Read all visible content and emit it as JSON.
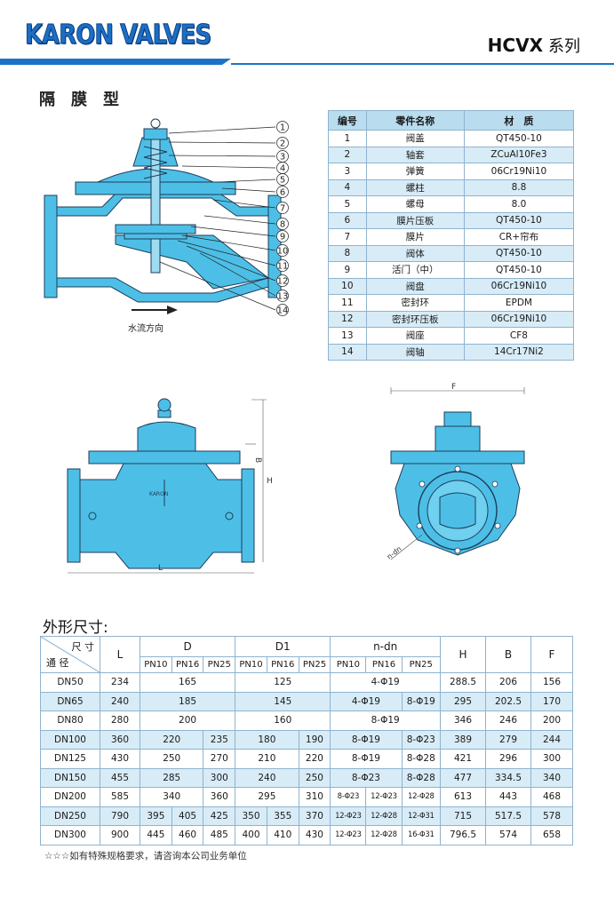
{
  "header": {
    "brand": "KARON VALVES",
    "series": "HCVX",
    "series_suffix": "系列"
  },
  "section_title": "隔膜型",
  "diagram": {
    "callouts": [
      "1",
      "2",
      "3",
      "4",
      "5",
      "6",
      "7",
      "8",
      "9",
      "10",
      "11",
      "12",
      "13",
      "14"
    ],
    "flow_label": "水流方向",
    "body_mark": "KARON",
    "dim_labels": {
      "height": "H",
      "b": "B",
      "length": "L",
      "f": "F",
      "holes": "n-dn"
    }
  },
  "parts_table": {
    "headers": [
      "编号",
      "零件名称",
      "材　质"
    ],
    "rows": [
      [
        "1",
        "阀盖",
        "QT450-10"
      ],
      [
        "2",
        "轴套",
        "ZCuAl10Fe3"
      ],
      [
        "3",
        "弹簧",
        "06Cr19Ni10"
      ],
      [
        "4",
        "螺柱",
        "8.8"
      ],
      [
        "5",
        "螺母",
        "8.0"
      ],
      [
        "6",
        "膜片压板",
        "QT450-10"
      ],
      [
        "7",
        "膜片",
        "CR+帘布"
      ],
      [
        "8",
        "阀体",
        "QT450-10"
      ],
      [
        "9",
        "活门（中）",
        "QT450-10"
      ],
      [
        "10",
        "阀盘",
        "06Cr19Ni10"
      ],
      [
        "11",
        "密封环",
        "EPDM"
      ],
      [
        "12",
        "密封环压板",
        "06Cr19Ni10"
      ],
      [
        "13",
        "阀座",
        "CF8"
      ],
      [
        "14",
        "阀轴",
        "14Cr17Ni2"
      ]
    ]
  },
  "dims_title": "外形尺寸:",
  "dims_table": {
    "corner_top": "尺 寸",
    "corner_bottom": "通 径",
    "col_L": "L",
    "col_D": "D",
    "col_D1": "D1",
    "col_ndn": "n-dn",
    "col_H": "H",
    "col_B": "B",
    "col_F": "F",
    "pn": [
      "PN10",
      "PN16",
      "PN25"
    ],
    "rows": [
      {
        "dn": "DN50",
        "L": "234",
        "D": [
          "165"
        ],
        "D1": [
          "125"
        ],
        "ndn": [
          "4-Φ19"
        ],
        "H": "288.5",
        "B": "206",
        "F": "156"
      },
      {
        "dn": "DN65",
        "L": "240",
        "D": [
          "185"
        ],
        "D1": [
          "145"
        ],
        "ndn": [
          "4-Φ19",
          "8-Φ19"
        ],
        "H": "295",
        "B": "202.5",
        "F": "170"
      },
      {
        "dn": "DN80",
        "L": "280",
        "D": [
          "200"
        ],
        "D1": [
          "160"
        ],
        "ndn": [
          "8-Φ19"
        ],
        "H": "346",
        "B": "246",
        "F": "200"
      },
      {
        "dn": "DN100",
        "L": "360",
        "D": [
          "220",
          "235"
        ],
        "D1": [
          "180",
          "190"
        ],
        "ndn": [
          "8-Φ19",
          "8-Φ23"
        ],
        "H": "389",
        "B": "279",
        "F": "244"
      },
      {
        "dn": "DN125",
        "L": "430",
        "D": [
          "250",
          "270"
        ],
        "D1": [
          "210",
          "220"
        ],
        "ndn": [
          "8-Φ19",
          "8-Φ28"
        ],
        "H": "421",
        "B": "296",
        "F": "300"
      },
      {
        "dn": "DN150",
        "L": "455",
        "D": [
          "285",
          "300"
        ],
        "D1": [
          "240",
          "250"
        ],
        "ndn": [
          "8-Φ23",
          "8-Φ28"
        ],
        "H": "477",
        "B": "334.5",
        "F": "340"
      },
      {
        "dn": "DN200",
        "L": "585",
        "D": [
          "340",
          "360"
        ],
        "D1": [
          "295",
          "310"
        ],
        "ndn": [
          "8-Φ23",
          "12-Φ23",
          "12-Φ28"
        ],
        "H": "613",
        "B": "443",
        "F": "468"
      },
      {
        "dn": "DN250",
        "L": "790",
        "D": [
          "395",
          "405",
          "425"
        ],
        "D1": [
          "350",
          "355",
          "370"
        ],
        "ndn": [
          "12-Φ23",
          "12-Φ28",
          "12-Φ31"
        ],
        "H": "715",
        "B": "517.5",
        "F": "578"
      },
      {
        "dn": "DN300",
        "L": "900",
        "D": [
          "445",
          "460",
          "485"
        ],
        "D1": [
          "400",
          "410",
          "430"
        ],
        "ndn": [
          "12-Φ23",
          "12-Φ28",
          "16-Φ31"
        ],
        "H": "796.5",
        "B": "574",
        "F": "658"
      }
    ]
  },
  "note": "☆☆☆如有特殊规格要求，请咨询本公司业务单位",
  "colors": {
    "brand": "#1b6fc4",
    "accent": "#1a73c9",
    "valve": "#4dbfe6",
    "table_head": "#b9dcef",
    "table_alt": "#d8ecf7"
  }
}
